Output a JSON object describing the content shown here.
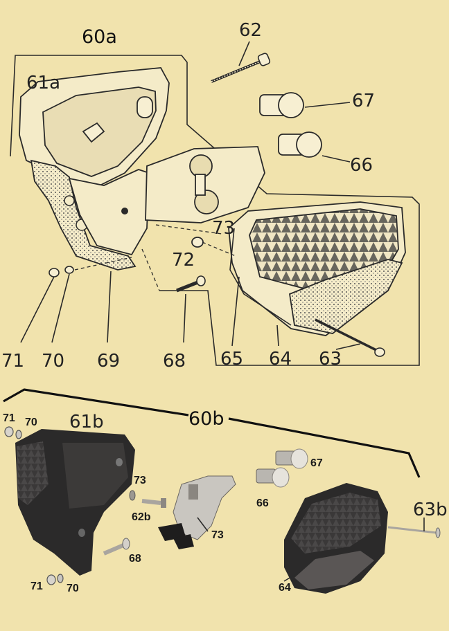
{
  "top_section": {
    "group_label": "60a",
    "labels": {
      "p61a": "61a",
      "p62": "62",
      "p67": "67",
      "p66": "66",
      "p73": "73",
      "p72": "72",
      "p71": "71",
      "p70": "70",
      "p69": "69",
      "p68": "68",
      "p65": "65",
      "p64": "64",
      "p63": "63"
    }
  },
  "bottom_section": {
    "group_label": "60b",
    "labels": {
      "p71_top": "71",
      "p70_top": "70",
      "p61b": "61b",
      "p73_left": "73",
      "p62b": "62b",
      "p73_right": "73",
      "p68": "68",
      "p67": "67",
      "p66": "66",
      "p63b": "63b",
      "p64": "64",
      "p71_bottom": "71",
      "p70_bottom": "70"
    }
  },
  "colors": {
    "background": "#f1e3ad",
    "ink": "#2a2a2a",
    "photo_dark": "#2b2a2a",
    "photo_mid": "#5a5655",
    "chrome": "#c9c6c0"
  }
}
